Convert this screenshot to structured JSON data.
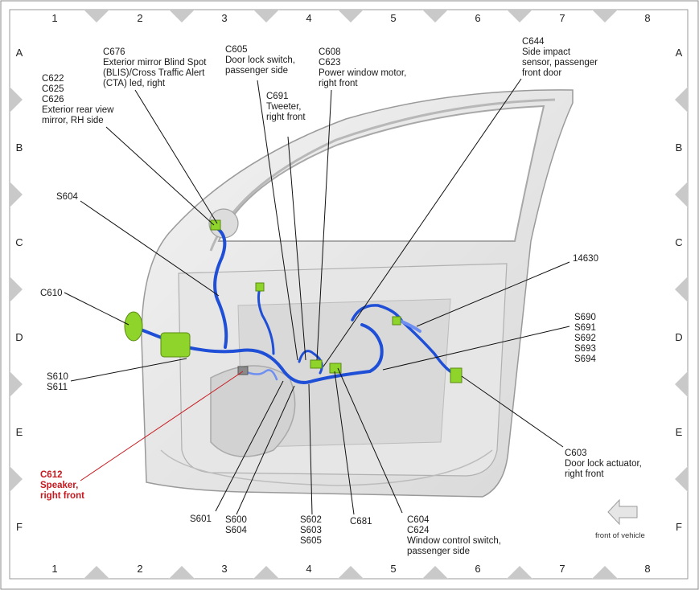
{
  "grid": {
    "columns": [
      "1",
      "2",
      "3",
      "4",
      "5",
      "6",
      "7",
      "8"
    ],
    "rows": [
      "A",
      "B",
      "C",
      "D",
      "E",
      "F"
    ]
  },
  "callouts": {
    "c622": [
      "C622",
      "C625",
      "C626",
      "Exterior rear view",
      "mirror, RH side"
    ],
    "c676": [
      "C676",
      "Exterior mirror Blind Spot",
      "(BLIS)/Cross Traffic Alert",
      "(CTA) led, right"
    ],
    "c605": [
      "C605",
      "Door lock switch,",
      "passenger side"
    ],
    "c608": [
      "C608",
      "C623",
      "Power window motor,",
      "right front"
    ],
    "c691": [
      "C691",
      "Tweeter,",
      "right front"
    ],
    "c644": [
      "C644",
      "Side impact",
      "sensor, passenger",
      "front door"
    ],
    "s604_top": [
      "S604"
    ],
    "c610": [
      "C610"
    ],
    "n14630": [
      "14630"
    ],
    "s690": [
      "S690",
      "S691",
      "S692",
      "S693",
      "S694"
    ],
    "s610": [
      "S610",
      "S611"
    ],
    "c612": [
      "C612",
      "Speaker,",
      "right front"
    ],
    "c603": [
      "C603",
      "Door lock actuator,",
      "right front"
    ],
    "s601": [
      "S601"
    ],
    "s600": [
      "S600",
      "S604"
    ],
    "s602": [
      "S602",
      "S603",
      "S605"
    ],
    "c681": [
      "C681"
    ],
    "c604": [
      "C604",
      "C624",
      "Window control switch,",
      "passenger side"
    ]
  },
  "front_note": "front of vehicle",
  "colors": {
    "harness": "#1f4fd6",
    "harness_light": "#6f8ff0",
    "connector": "#8fd42a",
    "leader": "#111111",
    "highlight": "#c8181e",
    "frame_diamond": "#c9c9c9"
  }
}
